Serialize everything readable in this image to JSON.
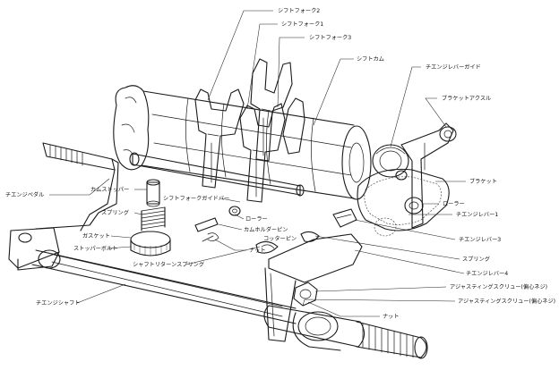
{
  "labels": {
    "shift_fork_2": "シフトフォーク2",
    "shift_fork_1": "シフトフォーク1",
    "shift_fork_3": "シフトフォーク3",
    "shift_drum": "シフトカム",
    "change_lever_guide": "チエンジレバーガイド",
    "bracket_axle": "ブラケットアクスル",
    "cam_stopper": "カムストッパー",
    "change_pedal": "チエンジペダル",
    "spring_1": "スプリング",
    "fork_guide_bar": "シフトフォークガイドバー",
    "roller_1": "ローラー",
    "bracket": "ブラケット",
    "roller_2": "ローラー",
    "change_lever_1": "チエンジレバー1",
    "gasket": "ガスケット",
    "cam_holder_pin": "カムホルダーピン",
    "stopper_bolt": "ストッパーボルト",
    "collar_pin": "コッターピン",
    "nut_1": "ナット",
    "change_lever_3": "チエンジレバー3",
    "return_spring": "シャフトリターンスプリング",
    "spring_2": "スプリング",
    "change_lever_4": "チエンジレバー4",
    "adjust_screw_1": "アジャスティングスクリュー(偏心ネジ)",
    "change_shaft": "チエンジシャフト",
    "adjust_screw_2": "アジャスティングスクリュー(偏心ネジ)",
    "nut_2": "ナット"
  }
}
